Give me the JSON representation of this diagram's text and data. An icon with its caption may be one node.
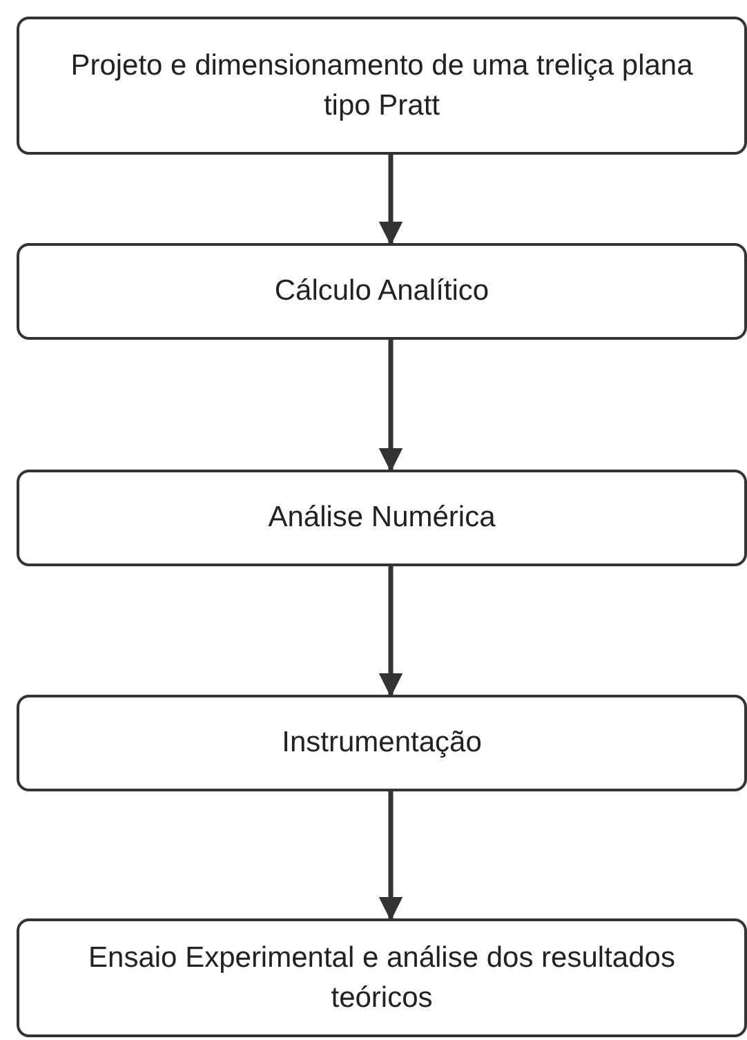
{
  "diagram": {
    "nodes": [
      {
        "text": [
          "Projeto e dimensionamento de uma treliça plana tipo Pratt"
        ]
      },
      {
        "text": [
          "Cálculo Analítico"
        ]
      },
      {
        "text": [
          "Análise Numérica"
        ]
      },
      {
        "text": [
          "Instrumentação"
        ]
      },
      {
        "text": [
          "Ensaio Experimental e análise dos resultados teóricos"
        ]
      }
    ],
    "edges": [
      {
        "from": 0,
        "to": 1,
        "arrow": "to"
      },
      {
        "from": 1,
        "to": 2,
        "arrow": "to"
      },
      {
        "from": 2,
        "to": 3,
        "arrow": "to"
      },
      {
        "from": 3,
        "to": 4,
        "arrow": "to"
      }
    ]
  }
}
